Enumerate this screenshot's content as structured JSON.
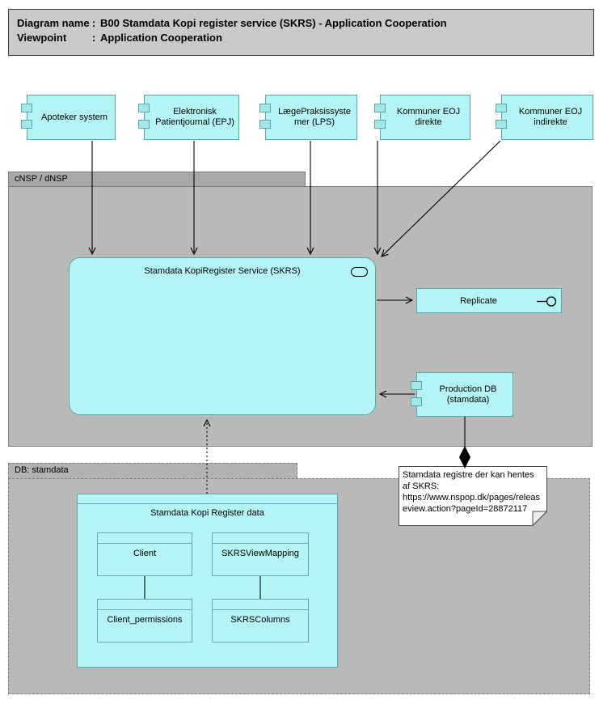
{
  "title": {
    "rows": [
      {
        "label": "Diagram name",
        "sep": ":",
        "value": "B00 Stamdata Kopi register service (SKRS) - Application Cooperation"
      },
      {
        "label": "Viewpoint",
        "sep": ":",
        "value": "Application Cooperation"
      }
    ]
  },
  "actors": [
    {
      "label": "Apoteker system"
    },
    {
      "label": "Elektronisk Patientjournal (EPJ)"
    },
    {
      "label": "LægePraksissystemer (LPS)"
    },
    {
      "label": "Kommuner EOJ direkte"
    },
    {
      "label": "Kommuner EOJ indirekte"
    }
  ],
  "groups": {
    "cnsp": {
      "label": "cNSP / dNSP"
    },
    "db": {
      "label": "DB: stamdata"
    }
  },
  "service": {
    "label": "Stamdata KopiRegister Service (SKRS)"
  },
  "replicate": {
    "label": "Replicate"
  },
  "production_db": {
    "label": "Production DB (stamdata)"
  },
  "note": {
    "text": "Stamdata registre der kan hentes af SKRS: https://www.nspop.dk/pages/releaseview.action?pageId=28872117"
  },
  "db_model": {
    "title": "Stamdata Kopi Register data",
    "tables": [
      {
        "name": "Client"
      },
      {
        "name": "SKRSViewMapping"
      },
      {
        "name": "Client_permissions"
      },
      {
        "name": "SKRSColumns"
      }
    ]
  },
  "colors": {
    "element_fill": "#b5f4f4",
    "element_border": "#56a9a9",
    "group_fill": "#b9b9b9",
    "group_tab_fill": "#a8a8a8",
    "group_border": "#7d7d7d",
    "title_fill": "#c9c9c9",
    "note_fill": "#ffffff",
    "line": "#000000"
  }
}
